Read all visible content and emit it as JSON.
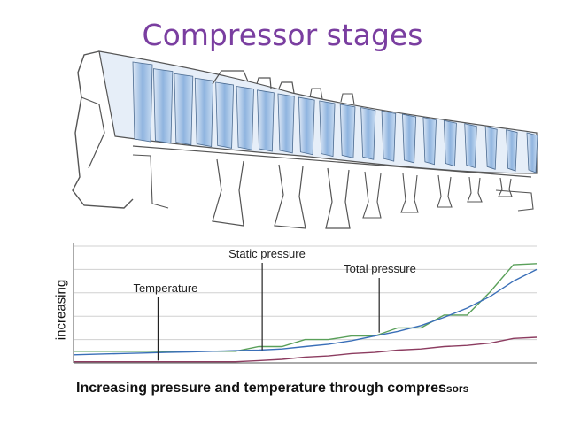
{
  "slide": {
    "title": "Compressor stages",
    "caption_main": "Increasing pressure and temperature through compres",
    "caption_tail": "sors"
  },
  "chart_data": {
    "type": "line",
    "ylabel": "increasing",
    "xlabel": "Increasing pressure and temperature through compressors",
    "grid": true,
    "ylim": [
      0,
      100
    ],
    "x": [
      0,
      2,
      4,
      6,
      8,
      10,
      12,
      14,
      16,
      18,
      20,
      22,
      24,
      26,
      28,
      30,
      32,
      34,
      36,
      38,
      40
    ],
    "series": [
      {
        "color": "#5aa05a",
        "values": [
          10,
          10,
          10,
          10,
          10,
          10,
          10,
          10,
          14,
          14,
          20,
          20,
          23,
          23,
          30,
          30,
          41,
          41,
          61,
          84,
          85
        ]
      },
      {
        "color": "#3a6fb8",
        "values": [
          7,
          7.5,
          8,
          8.5,
          9,
          9.5,
          10,
          10.5,
          11,
          12,
          14,
          16,
          19,
          23,
          27,
          32,
          39,
          47,
          57,
          70,
          80
        ]
      },
      {
        "color": "#8c3c60",
        "values": [
          1,
          1,
          1,
          1,
          1,
          1,
          1,
          1,
          2,
          3,
          5,
          6,
          8,
          9,
          11,
          12,
          14,
          15,
          17,
          21,
          22
        ]
      }
    ],
    "annotations": [
      {
        "text": "Temperature",
        "x": 7.3,
        "y": 2
      },
      {
        "text": "Static pressure",
        "x": 16.3,
        "y": 11
      },
      {
        "text": "Total pressure",
        "x": 26.4,
        "y": 26
      }
    ]
  }
}
